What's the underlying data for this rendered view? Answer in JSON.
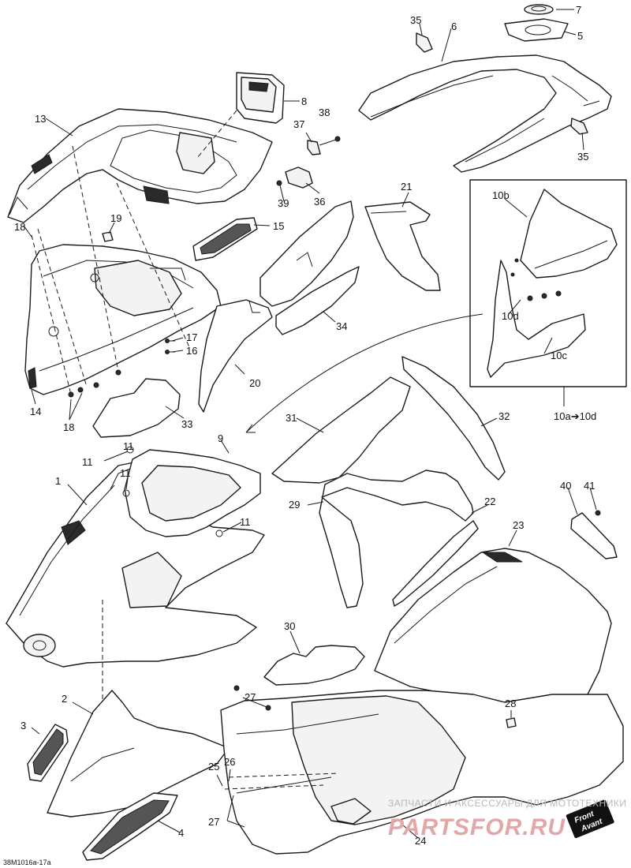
{
  "diagram": {
    "reference_code": "38M1016a-17a",
    "inset_label": "10a➔10d",
    "front_badge": {
      "line1": "Front",
      "line2": "Avant"
    },
    "watermark": {
      "top": "ЗАПЧАСТИ И АКСЕССУАРЫ ДЛЯ МОТОТЕХНИКИ",
      "main": "PARTSFOR.RU"
    },
    "callouts": [
      "1",
      "2",
      "3",
      "4",
      "5",
      "6",
      "7",
      "8",
      "9",
      "10b",
      "10c",
      "10d",
      "11",
      "11",
      "11",
      "11",
      "13",
      "14",
      "15",
      "16",
      "17",
      "18",
      "18",
      "19",
      "20",
      "21",
      "22",
      "23",
      "24",
      "25",
      "26",
      "27",
      "27",
      "28",
      "29",
      "30",
      "31",
      "32",
      "33",
      "34",
      "35",
      "35",
      "36",
      "37",
      "38",
      "39",
      "40",
      "41"
    ]
  }
}
